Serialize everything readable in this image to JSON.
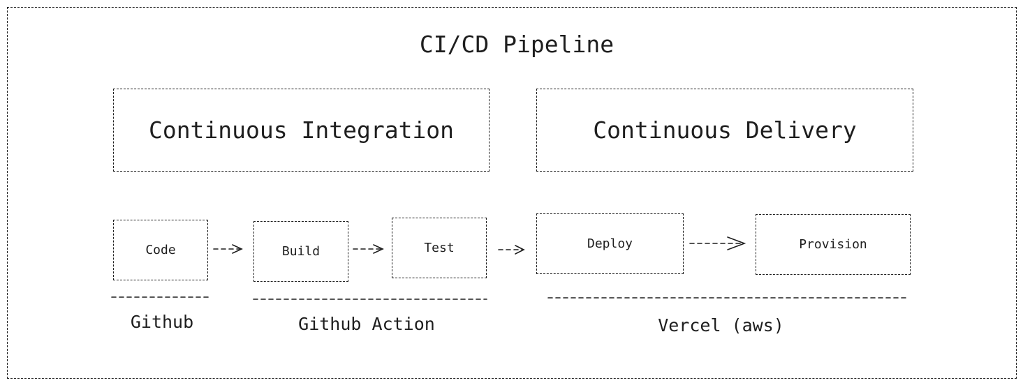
{
  "diagram": {
    "title": "CI/CD Pipeline",
    "phases": {
      "integration": "Continuous Integration",
      "delivery": "Continuous Delivery"
    },
    "steps": {
      "code": "Code",
      "build": "Build",
      "test": "Test",
      "deploy": "Deploy",
      "provision": "Provision"
    },
    "groups": {
      "github": "Github",
      "github_action": "Github Action",
      "vercel": "Vercel (aws)"
    },
    "stroke_color": "#1e1e1e"
  }
}
